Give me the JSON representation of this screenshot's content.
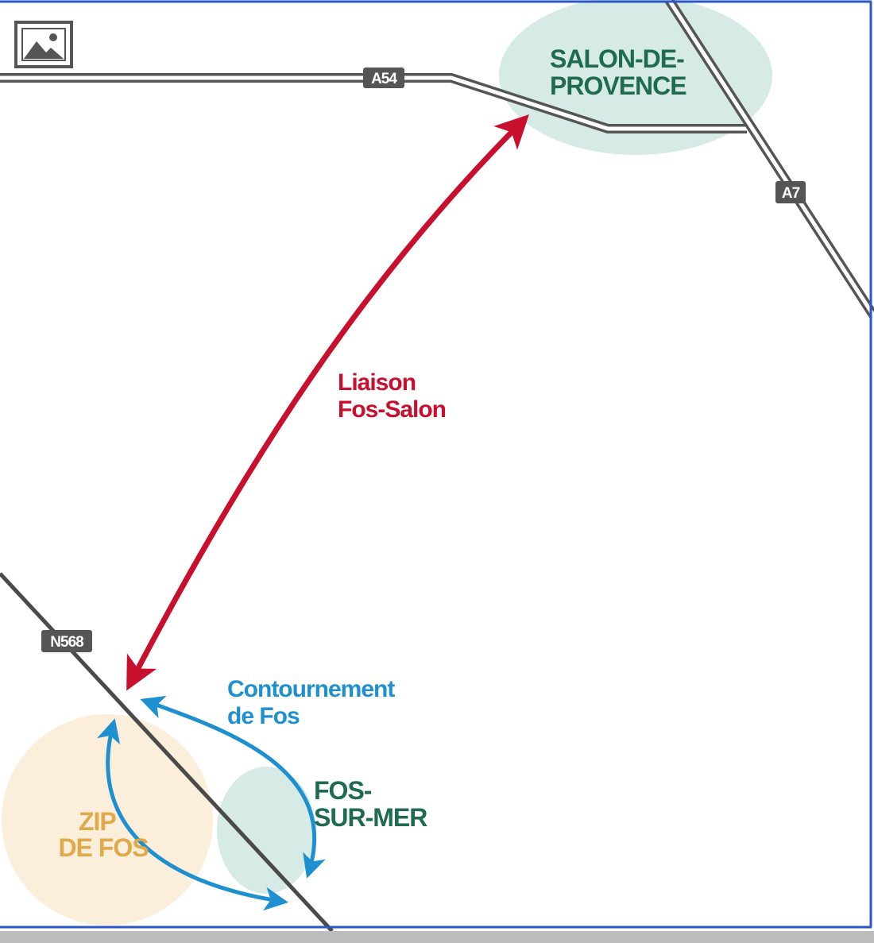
{
  "colors": {
    "frame": "#2a56c6",
    "road_casing": "#555555",
    "road_fill": "#ffffff",
    "n568_road": "#4a4a4a",
    "city_zone": "#d6ebe5",
    "industrial_zone": "#fbeedb",
    "link_red": "#c8102e",
    "link_blue": "#1e90d0",
    "city_text": "#1f6b4f",
    "zip_text": "#e0a94a",
    "shield_bg": "#555555",
    "shield_text": "#ffffff"
  },
  "roads": {
    "a54": {
      "name": "A54"
    },
    "a7": {
      "name": "A7"
    },
    "n568": {
      "name": "N568"
    }
  },
  "places": {
    "salon": {
      "line1": "SALON-DE-",
      "line2": "PROVENCE"
    },
    "fos": {
      "line1": "FOS-",
      "line2": "SUR-MER"
    },
    "zip": {
      "line1": "ZIP",
      "line2": "DE FOS"
    }
  },
  "links": {
    "fos_salon": {
      "line1": "Liaison",
      "line2": "Fos-Salon"
    },
    "contournement": {
      "line1": "Contournement",
      "line2": "de Fos"
    }
  },
  "icons": {
    "image_placeholder": "image-placeholder-icon"
  }
}
